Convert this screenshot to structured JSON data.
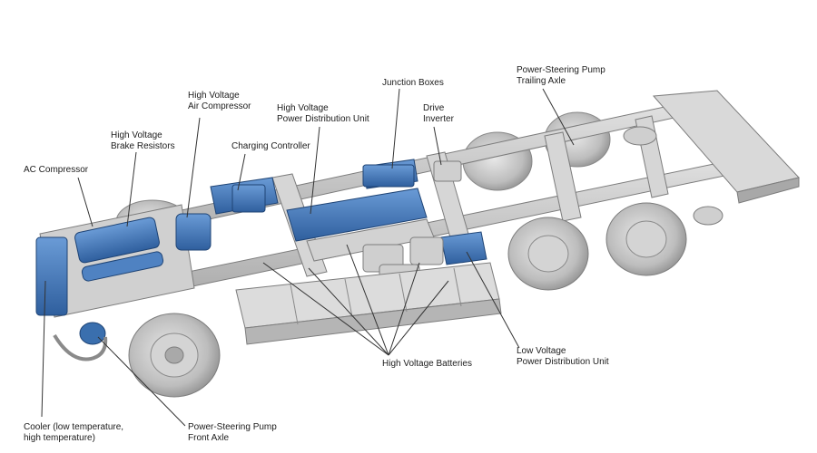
{
  "diagram": {
    "callouts": [
      {
        "id": "ac-compressor",
        "lines": [
          "AC Compressor"
        ]
      },
      {
        "id": "hv-brake-resistors",
        "lines": [
          "High Voltage",
          "Brake Resistors"
        ]
      },
      {
        "id": "hv-air-compressor",
        "lines": [
          "High Voltage",
          "Air Compressor"
        ]
      },
      {
        "id": "charging-controller",
        "lines": [
          "Charging Controller"
        ]
      },
      {
        "id": "hv-pdu",
        "lines": [
          "High Voltage",
          "Power Distribution Unit"
        ]
      },
      {
        "id": "junction-boxes",
        "lines": [
          "Junction Boxes"
        ]
      },
      {
        "id": "drive-inverter",
        "lines": [
          "Drive",
          "Inverter"
        ]
      },
      {
        "id": "ps-pump-trailing",
        "lines": [
          "Power-Steering Pump",
          "Trailing Axle"
        ]
      },
      {
        "id": "hv-batteries",
        "lines": [
          "High Voltage Batteries"
        ]
      },
      {
        "id": "lv-pdu",
        "lines": [
          "Low Voltage",
          "Power Distribution Unit"
        ]
      },
      {
        "id": "cooler",
        "lines": [
          "Cooler (low temperature,",
          "high temperature)"
        ]
      },
      {
        "id": "ps-pump-front",
        "lines": [
          "Power-Steering Pump",
          "Front Axle"
        ]
      }
    ]
  },
  "colors": {
    "component_blue": "#3a6fae",
    "component_blue_light": "#5b8fce",
    "frame_gray": "#c9c9c9",
    "frame_dark": "#8e8e8e",
    "tire_gray": "#b4b4b4",
    "leader_line": "#333333"
  }
}
